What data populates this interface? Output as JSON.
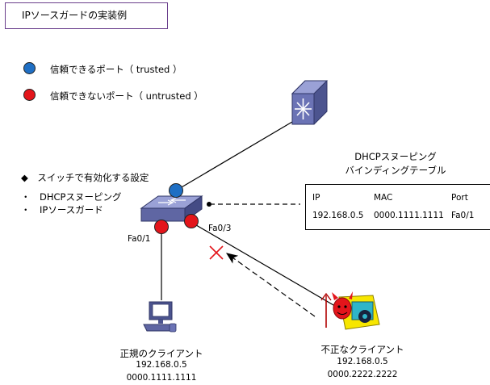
{
  "title": "IPソースガードの実装例",
  "legend": {
    "trusted": {
      "label": "信頼できるポート（ trusted ）",
      "color": "#1f6fc4"
    },
    "untrusted": {
      "label": "信頼できないポート（ untrusted ）",
      "color": "#e3151b"
    }
  },
  "settings": {
    "heading": "◆　スイッチで有効化する設定",
    "items": [
      "・　DHCPスヌーピング",
      "・　IPソースガード"
    ]
  },
  "binding_table": {
    "title_line1": "DHCPスヌーピング",
    "title_line2": "バインディングテーブル",
    "headers": [
      "IP",
      "MAC",
      "Port"
    ],
    "row": [
      "192.168.0.5",
      "0000.1111.1111",
      "Fa0/1"
    ]
  },
  "ports": {
    "fa01": "Fa0/1",
    "fa03": "Fa0/3"
  },
  "legit_client": {
    "name": "正規のクライアント",
    "ip": "192.168.0.5",
    "mac": "0000.1111.1111"
  },
  "rogue_client": {
    "name": "不正なクライアント",
    "ip": "192.168.0.5",
    "mac": "0000.2222.2222"
  },
  "colors": {
    "line": "#000000",
    "switch": "#5f66a3",
    "router": "#6b73b5",
    "block": "#e3151b"
  }
}
